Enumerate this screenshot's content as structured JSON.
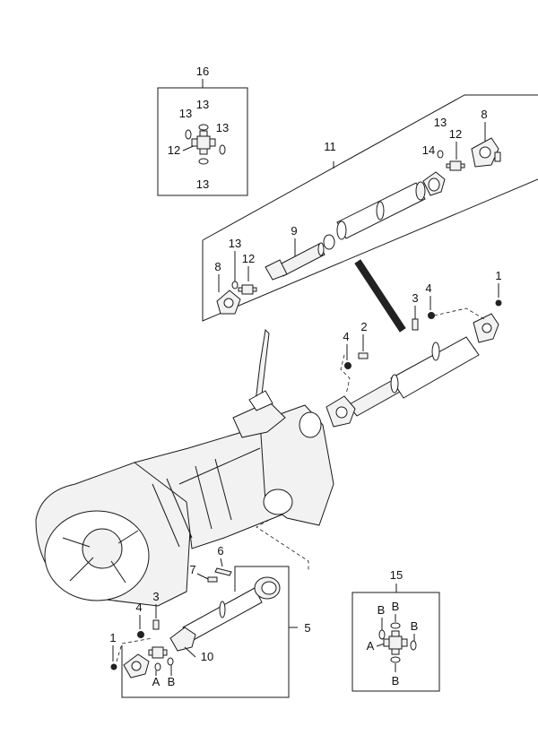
{
  "callouts": {
    "c1_top": "1",
    "c1_bottom": "1",
    "c2": "2",
    "c3_top": "3",
    "c3_bottom": "3",
    "c4_top": "4",
    "c4_mid": "4",
    "c4_bottom": "4",
    "c5": "5",
    "c6": "6",
    "c7": "7",
    "c8_right": "8",
    "c8_left": "8",
    "c9": "9",
    "c10": "10",
    "c11": "11",
    "c12_right": "12",
    "c12_left": "12",
    "c13_right": "13",
    "c13_left": "13",
    "c14": "14",
    "c15": "15",
    "c16": "16"
  },
  "inset16": {
    "title": "16",
    "top": "13",
    "left_top": "13",
    "right": "13",
    "left": "12",
    "bottom": "13"
  },
  "inset15": {
    "title": "15",
    "top": "B",
    "left_b": "B",
    "right_b": "B",
    "left_a": "A",
    "bottom": "B"
  },
  "yoke_labels": {
    "a": "A",
    "b": "B"
  }
}
